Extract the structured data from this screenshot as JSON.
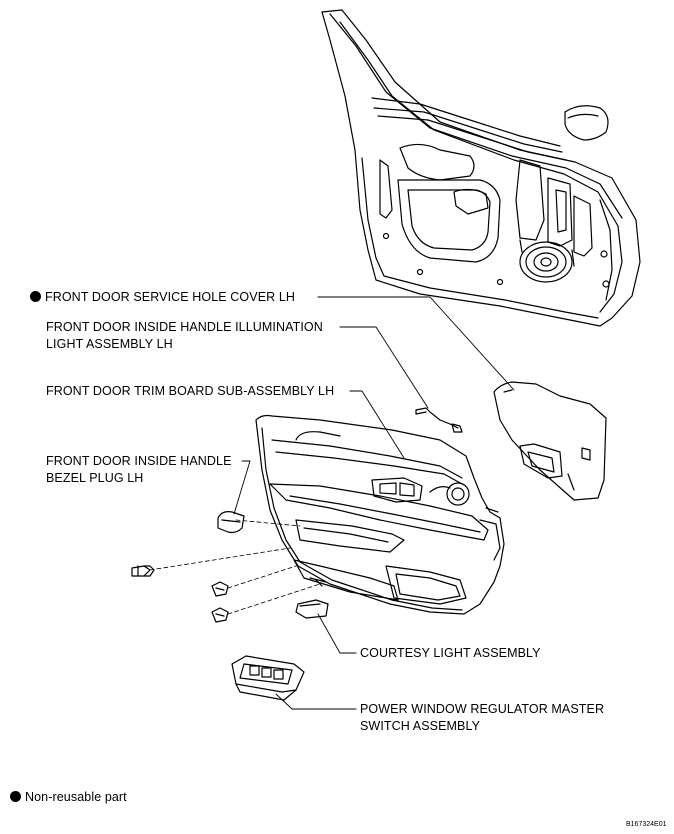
{
  "diagram": {
    "labels": {
      "service_hole_cover": "FRONT DOOR SERVICE HOLE COVER LH",
      "illumination_light_line1": "FRONT DOOR INSIDE HANDLE ILLUMINATION",
      "illumination_light_line2": "LIGHT ASSEMBLY LH",
      "trim_board": "FRONT DOOR TRIM BOARD SUB-ASSEMBLY LH",
      "bezel_plug_line1": "FRONT DOOR INSIDE HANDLE",
      "bezel_plug_line2": "BEZEL PLUG LH",
      "courtesy_light": "COURTESY LIGHT ASSEMBLY",
      "master_switch_line1": "POWER WINDOW REGULATOR MASTER",
      "master_switch_line2": "SWITCH ASSEMBLY"
    },
    "legend": {
      "non_reusable": "Non-reusable part"
    },
    "figure_code": "B167324E01",
    "non_reusable_marker": "filled-circle"
  }
}
